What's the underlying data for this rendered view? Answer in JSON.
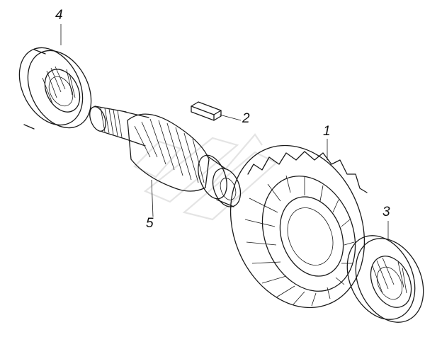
{
  "callouts": [
    {
      "id": "4",
      "label": "4"
    },
    {
      "id": "2",
      "label": "2"
    },
    {
      "id": "1",
      "label": "1"
    },
    {
      "id": "5",
      "label": "5"
    },
    {
      "id": "3",
      "label": "3"
    }
  ]
}
